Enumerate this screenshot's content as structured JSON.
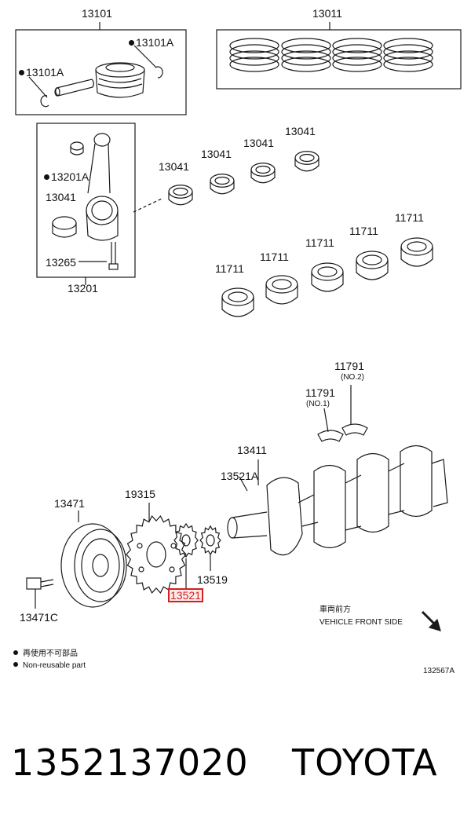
{
  "labels": {
    "piston_set": "13101",
    "piston_pin_clip_right": "13101A",
    "piston_pin_clip_left": "13101A",
    "ring_set": "13011",
    "conrod_assy": "13201",
    "conrod_bolt_nut": "13201A",
    "conrod_bearing_in_box": "13041",
    "conrod_bolt": "13265",
    "conrod_bearing_1": "13041",
    "conrod_bearing_2": "13041",
    "conrod_bearing_3": "13041",
    "conrod_bearing_4": "13041",
    "main_bearing_1": "11711",
    "main_bearing_2": "11711",
    "main_bearing_3": "11711",
    "main_bearing_4": "11711",
    "main_bearing_5": "11711",
    "thrust_washer_no2": "11791",
    "thrust_washer_no2_sub": "(NO.2)",
    "thrust_washer_no1": "11791",
    "thrust_washer_no1_sub": "(NO.1)",
    "crankshaft": "13411",
    "crank_key": "13521A",
    "crank_pulley": "13471",
    "pulley_bolt": "13471C",
    "crank_timing_sprocket": "19315",
    "crank_sprocket_highlighted": "13521",
    "crank_sprocket_2": "13519"
  },
  "orientation": {
    "cn": "車両前方",
    "en": "VEHICLE FRONT SIDE"
  },
  "legend": {
    "cn": "再使用不可部品",
    "en": "Non-reusable part"
  },
  "diagram_id": "132567A",
  "footer": {
    "part_number": "1352137020",
    "brand": "TOYOTA"
  },
  "colors": {
    "line": "#1a1a1a",
    "highlight": "#d42020"
  }
}
